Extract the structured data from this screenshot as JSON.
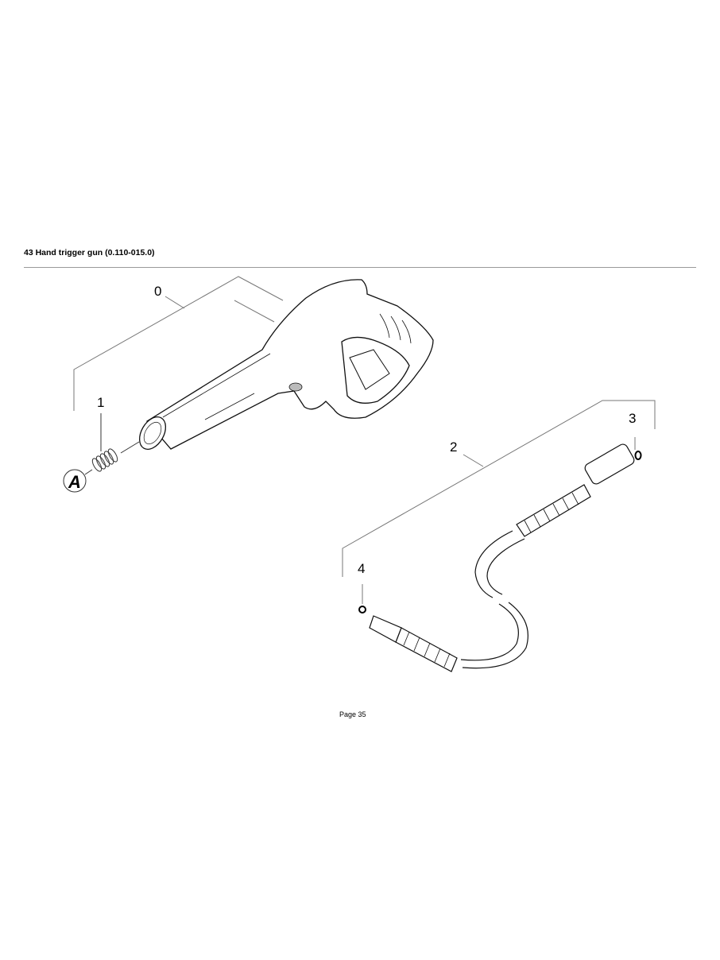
{
  "document": {
    "section_title": "43 Hand trigger gun (0.110-015.0)",
    "page_label": "Page 35"
  },
  "drawing": {
    "callouts": [
      {
        "id": "0",
        "label": "0"
      },
      {
        "id": "1",
        "label": "1"
      },
      {
        "id": "2",
        "label": "2"
      },
      {
        "id": "3",
        "label": "3"
      },
      {
        "id": "4",
        "label": "4"
      }
    ],
    "detail_marker": "A",
    "parts": [
      {
        "callout": "0",
        "name": "hand-trigger-gun"
      },
      {
        "callout": "1",
        "name": "spring"
      },
      {
        "callout": "2",
        "name": "high-pressure-hose-adapter"
      },
      {
        "callout": "3",
        "name": "o-ring"
      },
      {
        "callout": "4",
        "name": "o-ring"
      }
    ]
  }
}
